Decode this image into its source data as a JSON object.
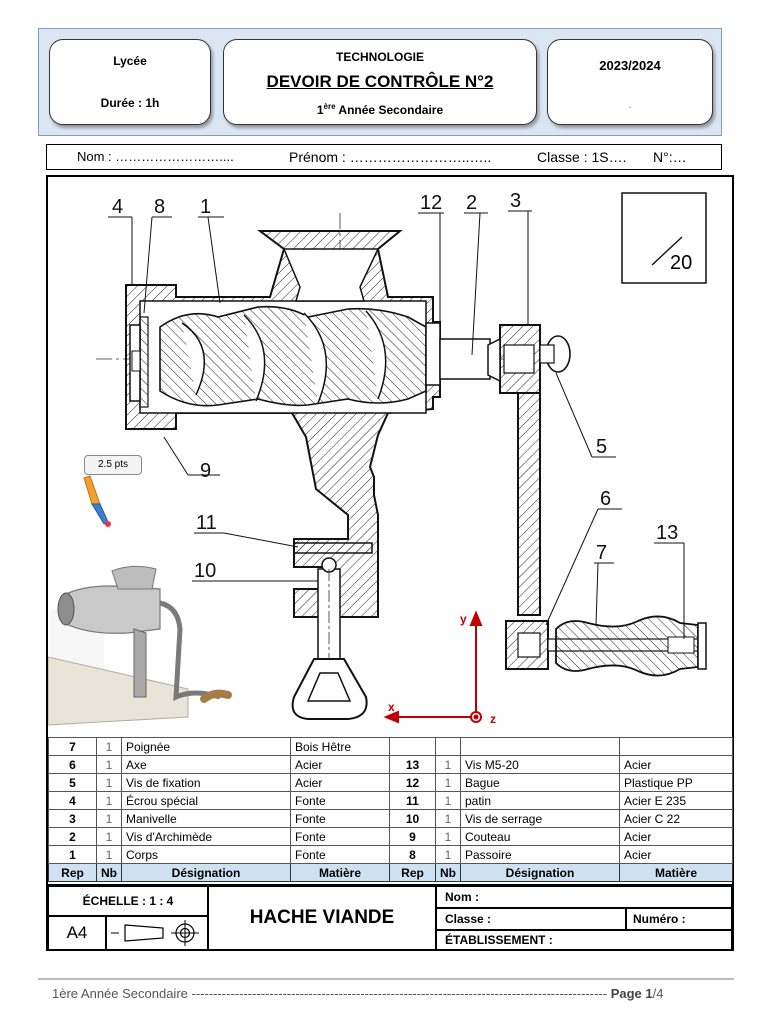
{
  "header": {
    "school_label": "Lycée",
    "duration_label": "Durée : 1h",
    "subject": "TECHNOLOGIE",
    "title": "DEVOIR DE CONTRÔLE N°2",
    "level_prefix": "1",
    "level_sup": "ère",
    "level_rest": " Année Secondaire",
    "year": "2023/2024",
    "right_dot": "."
  },
  "student": {
    "nom": "Nom : ……………………....",
    "prenom": "Prénom : ……………………..…..",
    "classe": "Classe : 1S….",
    "numero": "N°:…"
  },
  "drawing": {
    "score": "20",
    "points_badge": "2.5 pts",
    "callouts": [
      "4",
      "8",
      "1",
      "12",
      "2",
      "3",
      "5",
      "9",
      "11",
      "10",
      "6",
      "7",
      "13"
    ],
    "axes": {
      "x": "x",
      "y": "y",
      "z": "z"
    }
  },
  "parts_table": {
    "left": [
      {
        "rep": "7",
        "nb": "1",
        "designation": "Poignée",
        "matiere": "Bois  Hêtre"
      },
      {
        "rep": "6",
        "nb": "1",
        "designation": "Axe",
        "matiere": "Acier"
      },
      {
        "rep": "5",
        "nb": "1",
        "designation": "Vis de fixation",
        "matiere": "Acier"
      },
      {
        "rep": "4",
        "nb": "1",
        "designation": "Écrou spécial",
        "matiere": "Fonte"
      },
      {
        "rep": "3",
        "nb": "1",
        "designation": "Manivelle",
        "matiere": "Fonte"
      },
      {
        "rep": "2",
        "nb": "1",
        "designation": "Vis d'Archimède",
        "matiere": "Fonte"
      },
      {
        "rep": "1",
        "nb": "1",
        "designation": "Corps",
        "matiere": "Fonte"
      }
    ],
    "right": [
      {
        "rep": "",
        "nb": "",
        "designation": "",
        "matiere": ""
      },
      {
        "rep": "13",
        "nb": "1",
        "designation": "Vis M5-20",
        "matiere": "Acier"
      },
      {
        "rep": "12",
        "nb": "1",
        "designation": "Bague",
        "matiere": "Plastique  PP"
      },
      {
        "rep": "11",
        "nb": "1",
        "designation": "patin",
        "matiere": "Acier   E 235"
      },
      {
        "rep": "10",
        "nb": "1",
        "designation": "Vis de serrage",
        "matiere": "Acier   C 22"
      },
      {
        "rep": "9",
        "nb": "1",
        "designation": "Couteau",
        "matiere": "Acier"
      },
      {
        "rep": "8",
        "nb": "1",
        "designation": "Passoire",
        "matiere": "Acier"
      }
    ],
    "headers": {
      "rep": "Rep",
      "nb": "Nb",
      "designation": "Désignation",
      "matiere": "Matière"
    }
  },
  "title_block": {
    "scale": "ÉCHELLE :  1 : 4",
    "format": "A4",
    "name": "HACHE VIANDE",
    "nom": "Nom :",
    "classe": "Classe :",
    "numero": "Numéro :",
    "etablissement": "ÉTABLISSEMENT :"
  },
  "footer": {
    "left": "1ère Année Secondaire ------------------------------------------------------------------------------------------------ ",
    "page_label": "Page 1",
    "page_total": "/4"
  }
}
